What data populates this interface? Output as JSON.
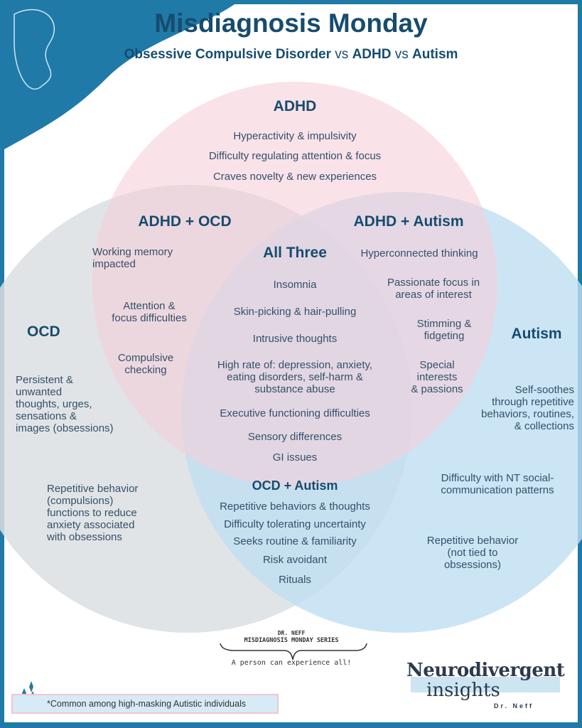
{
  "header": {
    "title": "Misdiagnosis Monday",
    "subtitle_parts": [
      "Obsessive Compulsive Disorder",
      " vs ",
      "ADHD",
      " vs ",
      "Autism"
    ]
  },
  "adhd": {
    "title": "ADHD",
    "items": [
      "Hyperactivity & impulsivity",
      "Difficulty regulating attention & focus",
      "Craves novelty & new experiences"
    ]
  },
  "adhd_ocd": {
    "title": "ADHD + OCD",
    "items": [
      "Working memory\nimpacted",
      "Attention &\nfocus difficulties",
      "Compulsive\nchecking"
    ]
  },
  "adhd_autism": {
    "title": "ADHD + Autism",
    "items": [
      "Hyperconnected thinking",
      "Passionate focus in\nareas  of interest",
      "Stimming &\nfidgeting",
      "Special\ninterests\n& passions"
    ]
  },
  "all_three": {
    "title": "All Three",
    "items": [
      "Insomnia",
      "Skin-picking & hair-pulling",
      "Intrusive thoughts",
      "High rate of: depression, anxiety,\neating disorders, self-harm &\nsubstance abuse",
      "Executive functioning difficulties",
      "Sensory differences",
      "GI issues"
    ]
  },
  "ocd": {
    "title": "OCD",
    "items": [
      "Persistent &\nunwanted\nthoughts, urges,\nsensations &\nimages (obsessions)",
      "Repetitive behavior\n(compulsions)\nfunctions to reduce\nanxiety associated\nwith obsessions"
    ]
  },
  "autism": {
    "title": "Autism",
    "items": [
      "Self-soothes\nthrough repetitive\nbehaviors, routines,\n& collections",
      "Difficulty with NT social-\ncommunication patterns",
      "Repetitive behavior\n(not tied to\nobsessions)"
    ]
  },
  "ocd_autism": {
    "title": "OCD + Autism",
    "items": [
      "Repetitive behaviors & thoughts",
      "Difficulty tolerating uncertainty",
      "Seeks routine & familiarity",
      "Risk avoidant",
      "Rituals"
    ]
  },
  "series": {
    "author": "DR. NEFF",
    "name": "MISDIAGNOSIS MONDAY SERIES",
    "tagline": "A person can experience all!"
  },
  "footnote": "*Common among high-masking Autistic individuals",
  "logo": {
    "line1": "Neurodivergent",
    "line2": "insights",
    "byline": "Dr. Neff"
  },
  "colors": {
    "frame": "#1f7aa8",
    "adhd": "#f5d3db",
    "ocd": "#dcdfe2",
    "autism": "#bfdef2",
    "text": "#164c6e"
  }
}
